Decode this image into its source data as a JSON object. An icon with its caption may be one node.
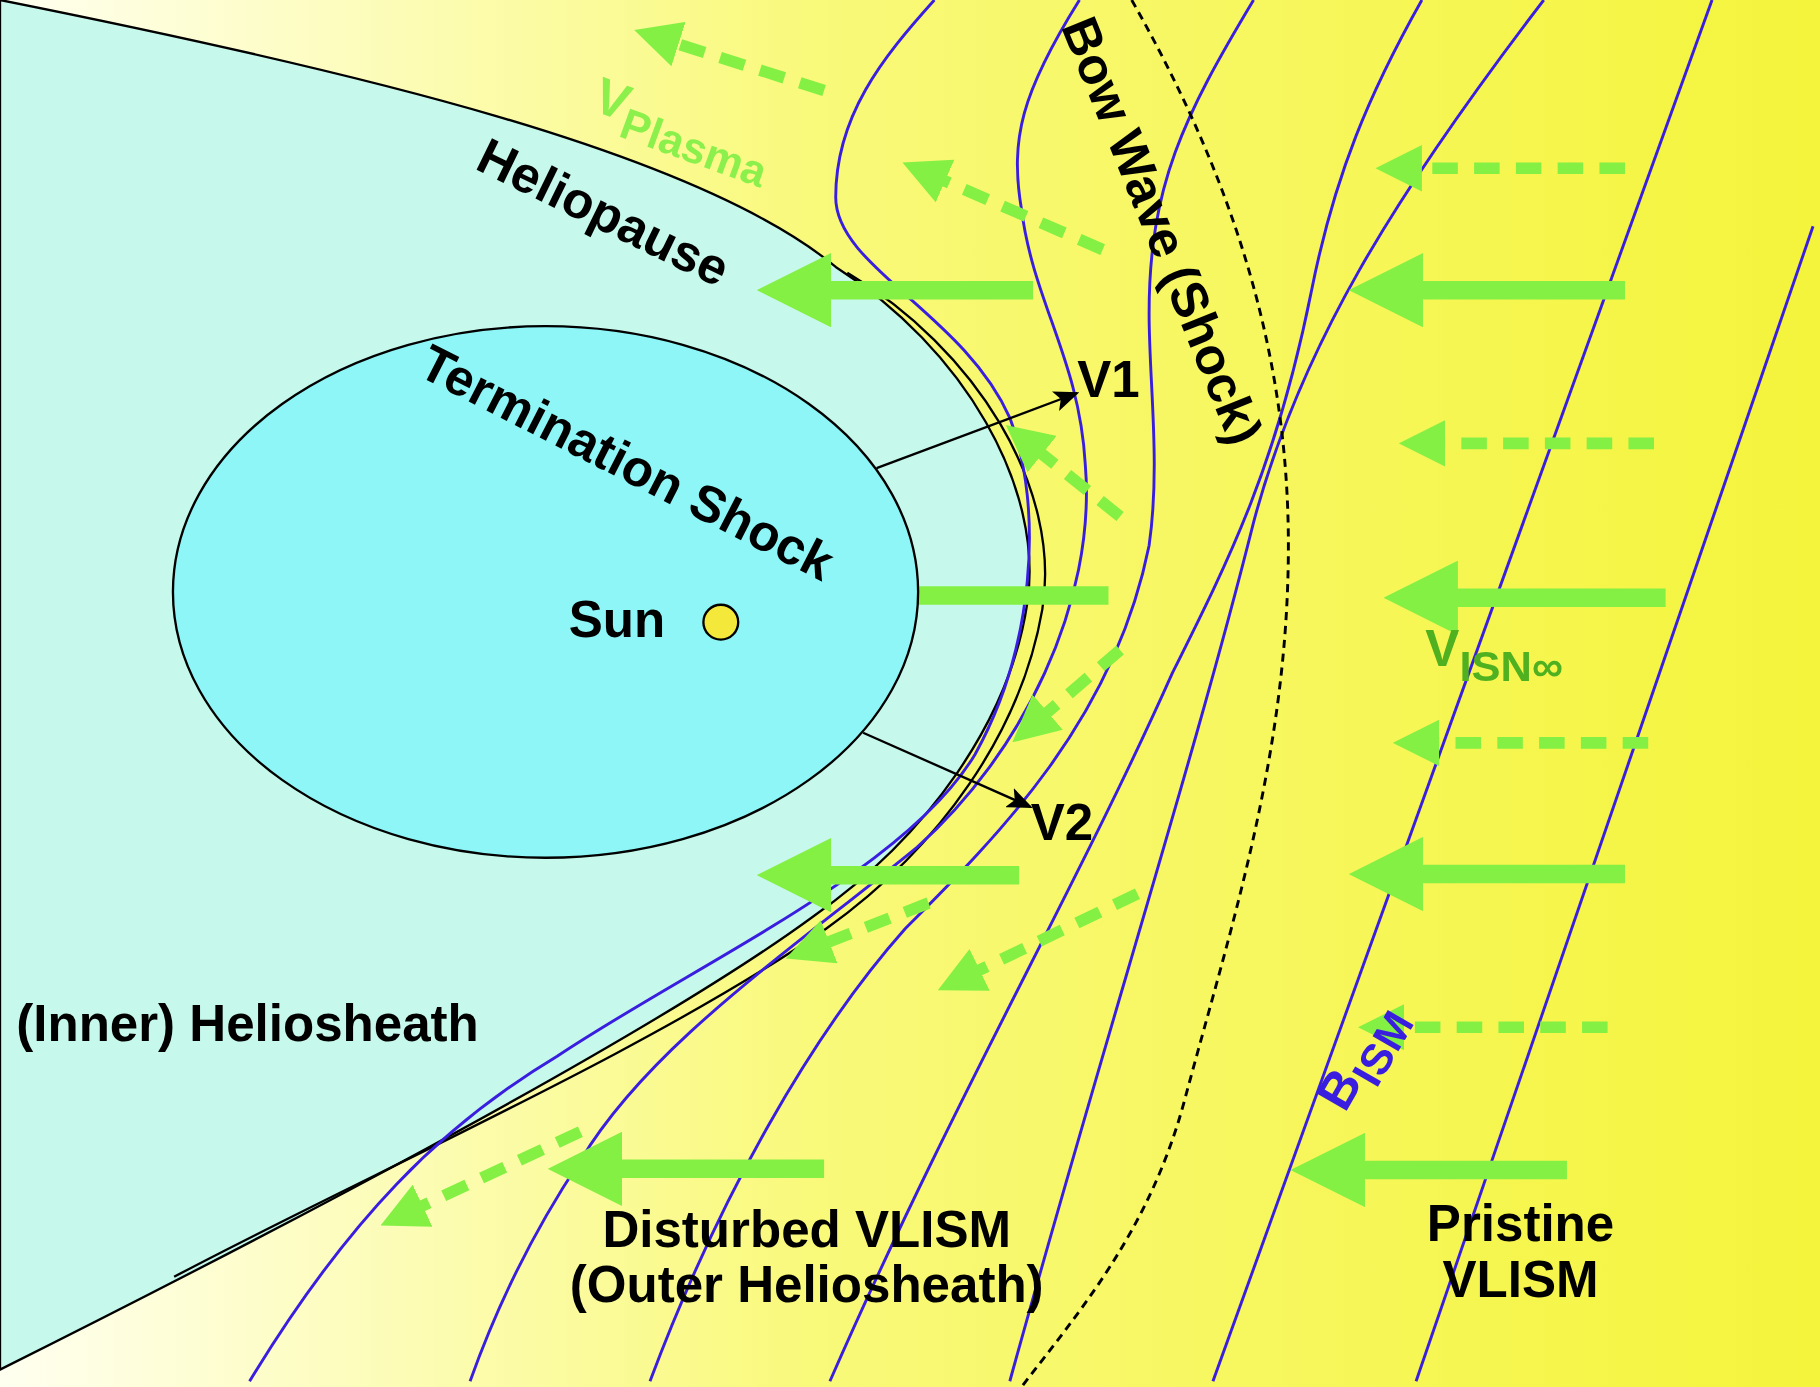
{
  "diagram": {
    "nodes": [
      {
        "text": [
          "Termination Shock"
        ]
      },
      {
        "text": [
          "Sun"
        ],
        "in": 0
      },
      {
        "text": [
          "V1"
        ]
      },
      {
        "text": [
          "V2"
        ]
      }
    ],
    "edges": [
      {
        "from": 0,
        "to": 2,
        "arrow": "to"
      },
      {
        "from": 0,
        "to": 3,
        "arrow": "to"
      }
    ],
    "labels": [
      "V$_{Plasma}$",
      "Heliopause",
      "Bow Wave (Shock)",
      "V$_{ISN∞}$",
      "(Inner) Heliosheath",
      "B$_{ISM}$",
      "Disturbed VLISM (Outer Heliosheath)",
      "Pristine VLISM"
    ]
  }
}
